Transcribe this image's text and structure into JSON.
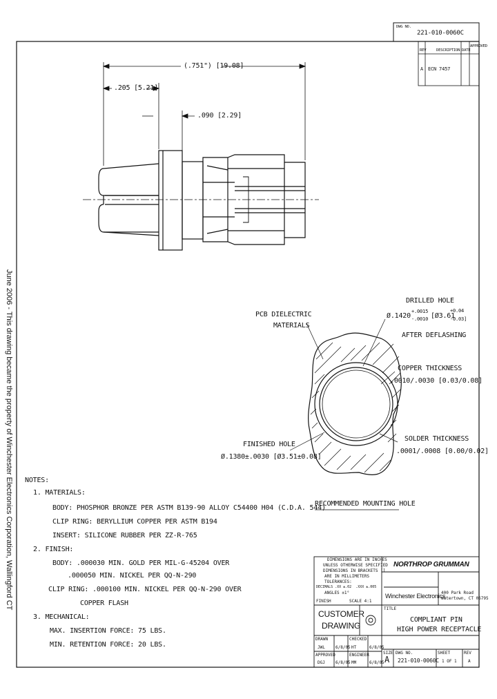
{
  "corner": {
    "dwg_no_label": "DWG NO.",
    "dwg_no": "221-010-0060C"
  },
  "revision": {
    "col_rev": "REV",
    "col_description": "DESCRIPTION",
    "col_date": "DATE",
    "col_approved": "APPROVED",
    "row_rev": "A",
    "row_description": "ECN 7457"
  },
  "side_note": "June 2006 - This drawing became the property of Winchester Electronics Corporation, Wallingford CT",
  "dimensions": {
    "overall": "(.751\") [19.08]",
    "short": ".205 [5.21]",
    "gap": ".090 [2.29]"
  },
  "mounting_hole": {
    "pcb_label_1": "PCB DIELECTRIC",
    "pcb_label_2": "MATERIALS",
    "drilled_1": "DRILLED HOLE",
    "drilled_2": "Ø.1420",
    "drilled_tol_plus": "+.0015",
    "drilled_tol_minus": "-.0010",
    "drilled_metric": "[Ø3.61",
    "drilled_metric_plus": "+0.04",
    "drilled_metric_minus": "-0.03]",
    "drilled_3": "AFTER DEFLASHING",
    "copper_1": "COPPER THICKNESS",
    "copper_2": ".0010/.0030 [0.03/0.08]",
    "finished_1": "FINISHED HOLE",
    "finished_2": "Ø.1380±.0030 [Ø3.51±0.08]",
    "solder_1": "SOLDER THICKNESS",
    "solder_2": ".0001/.0008 [0.00/0.02]",
    "caption": "RECOMMENDED MOUNTING HOLE"
  },
  "notes": {
    "heading": "NOTES:",
    "lines": [
      "1. MATERIALS:",
      "BODY: PHOSPHOR BRONZE PER ASTM B139-90 ALLOY C54400 H04 (C.D.A. 544)",
      "CLIP RING: BERYLLIUM COPPER PER ASTM B194",
      "INSERT: SILICONE RUBBER PER ZZ-R-765",
      "2. FINISH:",
      "BODY: .000030 MIN. GOLD PER MIL-G-45204 OVER",
      ".000050 MIN. NICKEL PER QQ-N-290",
      "CLIP RING: .000100 MIN. NICKEL PER QQ-N-290 OVER",
      "COPPER FLASH",
      "3. MECHANICAL:",
      "MAX. INSERTION FORCE: 75 LBS.",
      "MIN. RETENTION FORCE: 20 LBS."
    ]
  },
  "title_block": {
    "tolerance_lines": [
      "DIMENSIONS ARE IN INCHES",
      "UNLESS OTHERWISE SPECIFIED",
      "DIMENSIONS IN BRACKETS []",
      "ARE IN MILLIMETERS",
      "TOLERANCES:",
      "DECIMALS .XX ±.02  .XXX ±.005",
      "ANGLES ±1°"
    ],
    "finish_label": "FINISH",
    "scale_label": "SCALE 4:1",
    "company": "NORTHROP GRUMMAN",
    "division": "Winchester Electronics",
    "address_1": "400 Park Road",
    "address_2": "Watertown, CT 06795",
    "customer_1": "CUSTOMER",
    "customer_2": "DRAWING",
    "title_label": "TITLE",
    "title_1": "COMPLIANT PIN",
    "title_2": "HIGH POWER RECEPTACLE",
    "drawn_label": "DRAWN",
    "drawn_by": "JWL",
    "drawn_date": "6/8/05",
    "checked_label": "CHECKED",
    "checked_by": "HT",
    "checked_date": "6/8/05",
    "approved_label": "APPROVED",
    "approved_by": "DGJ",
    "approved_date": "6/8/05",
    "engineer_label": "ENGINEER",
    "engineer_by": "MM",
    "engineer_date": "6/8/05",
    "size_label": "SIZE",
    "size": "A",
    "dwg_no_label": "DWG NO.",
    "dwg_no": "221-010-0060C",
    "sheet_label": "SHEET",
    "sheet": "1 OF 1",
    "rev_label": "REV",
    "rev": "A"
  }
}
